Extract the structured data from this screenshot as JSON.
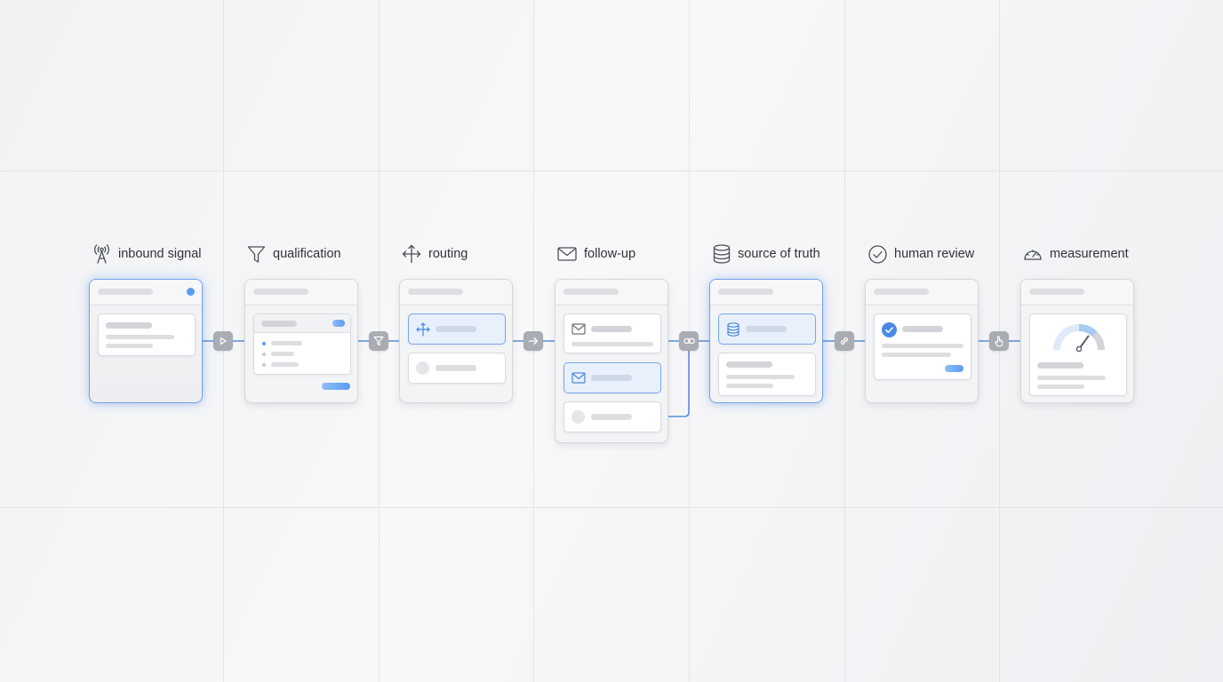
{
  "stages": [
    {
      "label": "inbound signal",
      "icon": "antenna-signal-icon"
    },
    {
      "label": "qualification",
      "icon": "funnel-icon"
    },
    {
      "label": "routing",
      "icon": "split-arrows-icon"
    },
    {
      "label": "follow-up",
      "icon": "envelope-icon"
    },
    {
      "label": "source of truth",
      "icon": "database-icon"
    },
    {
      "label": "human review",
      "icon": "check-circle-icon"
    },
    {
      "label": "measurement",
      "icon": "gauge-icon"
    }
  ],
  "connectors": [
    {
      "icon": "play-icon"
    },
    {
      "icon": "funnel-icon"
    },
    {
      "icon": "arrow-right-icon"
    },
    {
      "icon": "link-icon"
    },
    {
      "icon": "link-icon"
    },
    {
      "icon": "hand-pointer-icon"
    }
  ],
  "colors": {
    "accent": "#5b9cf3",
    "line": "#5b8fd8",
    "node": "#a9acb3",
    "card_border": "#d5d7dc"
  }
}
